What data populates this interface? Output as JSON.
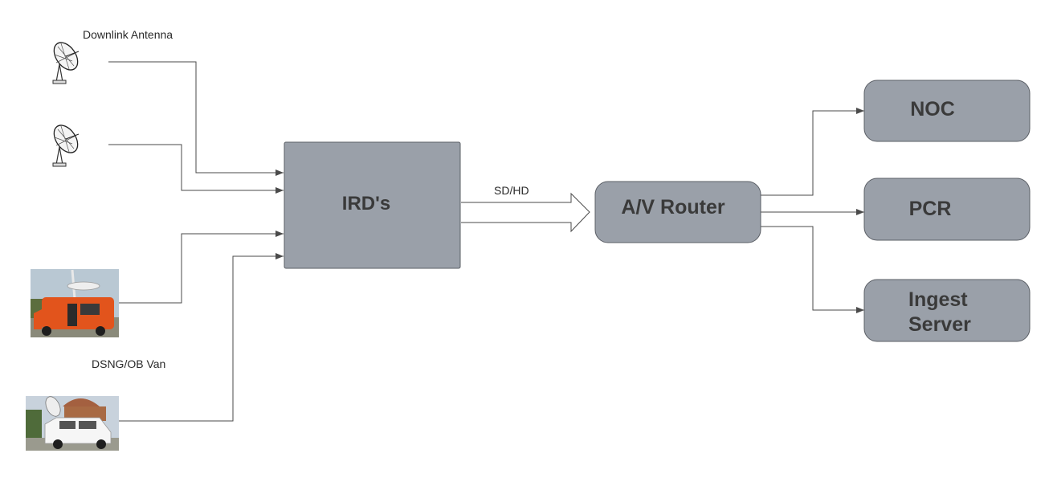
{
  "colors": {
    "node_fill": "#9aa0a9",
    "node_stroke": "#5b5f66",
    "connector": "#4a4a4a",
    "van_orange": "#e2541c",
    "sky": "#b9c8d3"
  },
  "labels": {
    "downlink_antenna": "Downlink Antenna",
    "dsng_ob_van": "DSNG/OB Van",
    "sd_hd": "SD/HD"
  },
  "nodes": {
    "ird": {
      "label": "IRD's"
    },
    "av_router": {
      "label": "A/V Router"
    },
    "noc": {
      "label": "NOC"
    },
    "pcr": {
      "label": "PCR"
    },
    "ingest_server": {
      "line1": "Ingest",
      "line2": "Server"
    }
  },
  "icons": {
    "antenna_1": "satellite-dish-icon",
    "antenna_2": "satellite-dish-icon",
    "van_1": "orange-ob-van-photo",
    "van_2": "white-dsng-van-photo"
  }
}
